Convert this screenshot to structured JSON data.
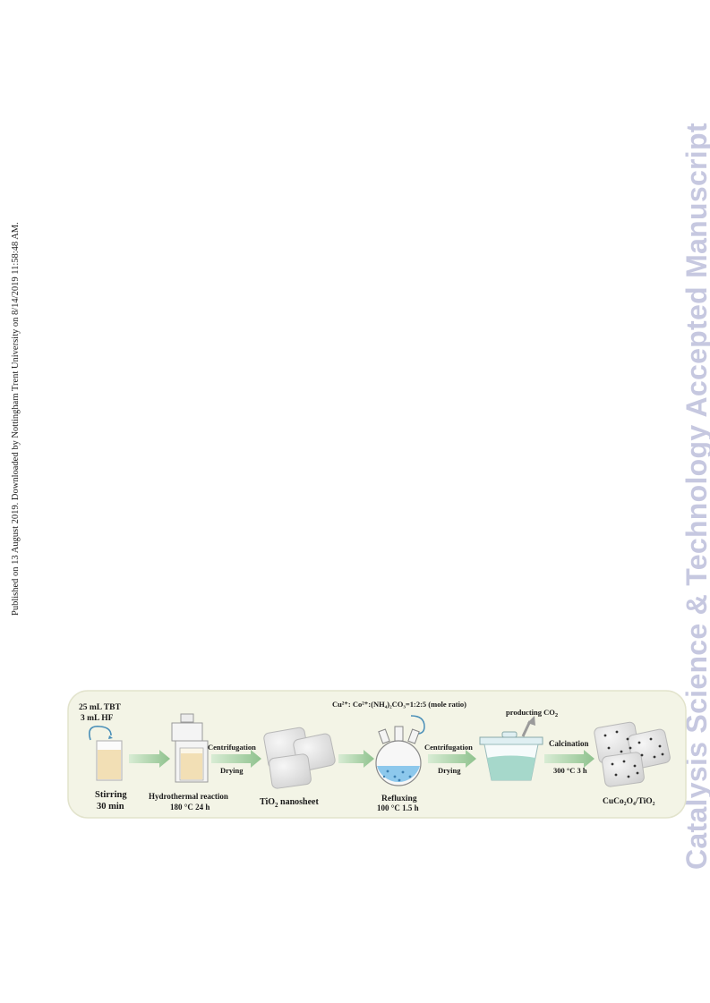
{
  "side_note": "Published on 13 August 2019. Downloaded by Nottingham Trent University on 8/14/2019 11:58:48 AM.",
  "watermark": "Catalysis Science & Technology Accepted Manuscript",
  "scheme": {
    "step1_line1": "25 mL TBT",
    "step1_line2": "3 mL HF",
    "step1_bottom1": "Stirring",
    "step1_bottom2": "30 min",
    "step2_bottom1": "Hydrothermal reaction",
    "step2_bottom2": "180 °C 24 h",
    "arrow2_top": "Centrifugation",
    "arrow2_bottom": "Drying",
    "step3_bottom_main": "TiO",
    "step3_bottom_sub": "2",
    "step3_bottom_rest": " nanosheet",
    "reagents": "Cu²⁺: Co²⁺:(NH₄)₂CO₃=1:2:5 (mole ratio)",
    "step4_bottom1": "Refluxing",
    "step4_bottom2": "100 °C 1.5 h",
    "arrow4_top": "Centrifugation",
    "arrow4_bottom": "Drying",
    "gas_main": "producting CO",
    "gas_sub": "2",
    "arrow5_top": "Calcination",
    "arrow5_bottom": "300 °C 3 h",
    "product": "CuCo₂O₄/TiO₂"
  },
  "colors": {
    "panel_bg": "#f3f4e6",
    "panel_border": "#e2e3cc",
    "arrow_green": "#9cc89a",
    "liquid_beige": "#f2dfb5",
    "liquid_teal": "#a6d8cb",
    "liquid_blue": "#8dc8ec",
    "sheet_grey": "#e4e4e4",
    "watermark": "#c6c8e0"
  }
}
